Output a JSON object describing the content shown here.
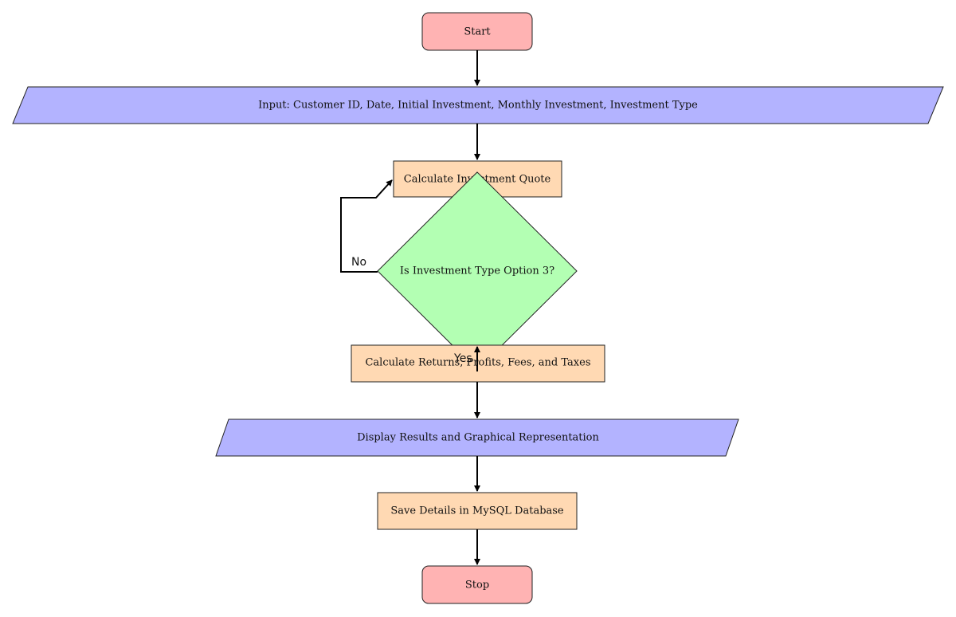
{
  "colors": {
    "terminal": "#ffb3b3",
    "io": "#b3b3ff",
    "process": "#ffd9b3",
    "decision": "#b3ffb3",
    "edge": "#000000"
  },
  "nodes": {
    "start": "Start",
    "input": "Input: Customer ID, Date, Initial Investment, Monthly Investment, Investment Type",
    "calc_quote": "Calculate Investment Quote",
    "decision": "Is Investment Type Option 3?",
    "calc_returns": "Calculate Returns, Profits, Fees, and Taxes",
    "display": "Display Results and Graphical Representation",
    "save": "Save Details in MySQL Database",
    "stop": "Stop"
  },
  "edges": {
    "no_label": "No",
    "yes_label": "Yes"
  }
}
